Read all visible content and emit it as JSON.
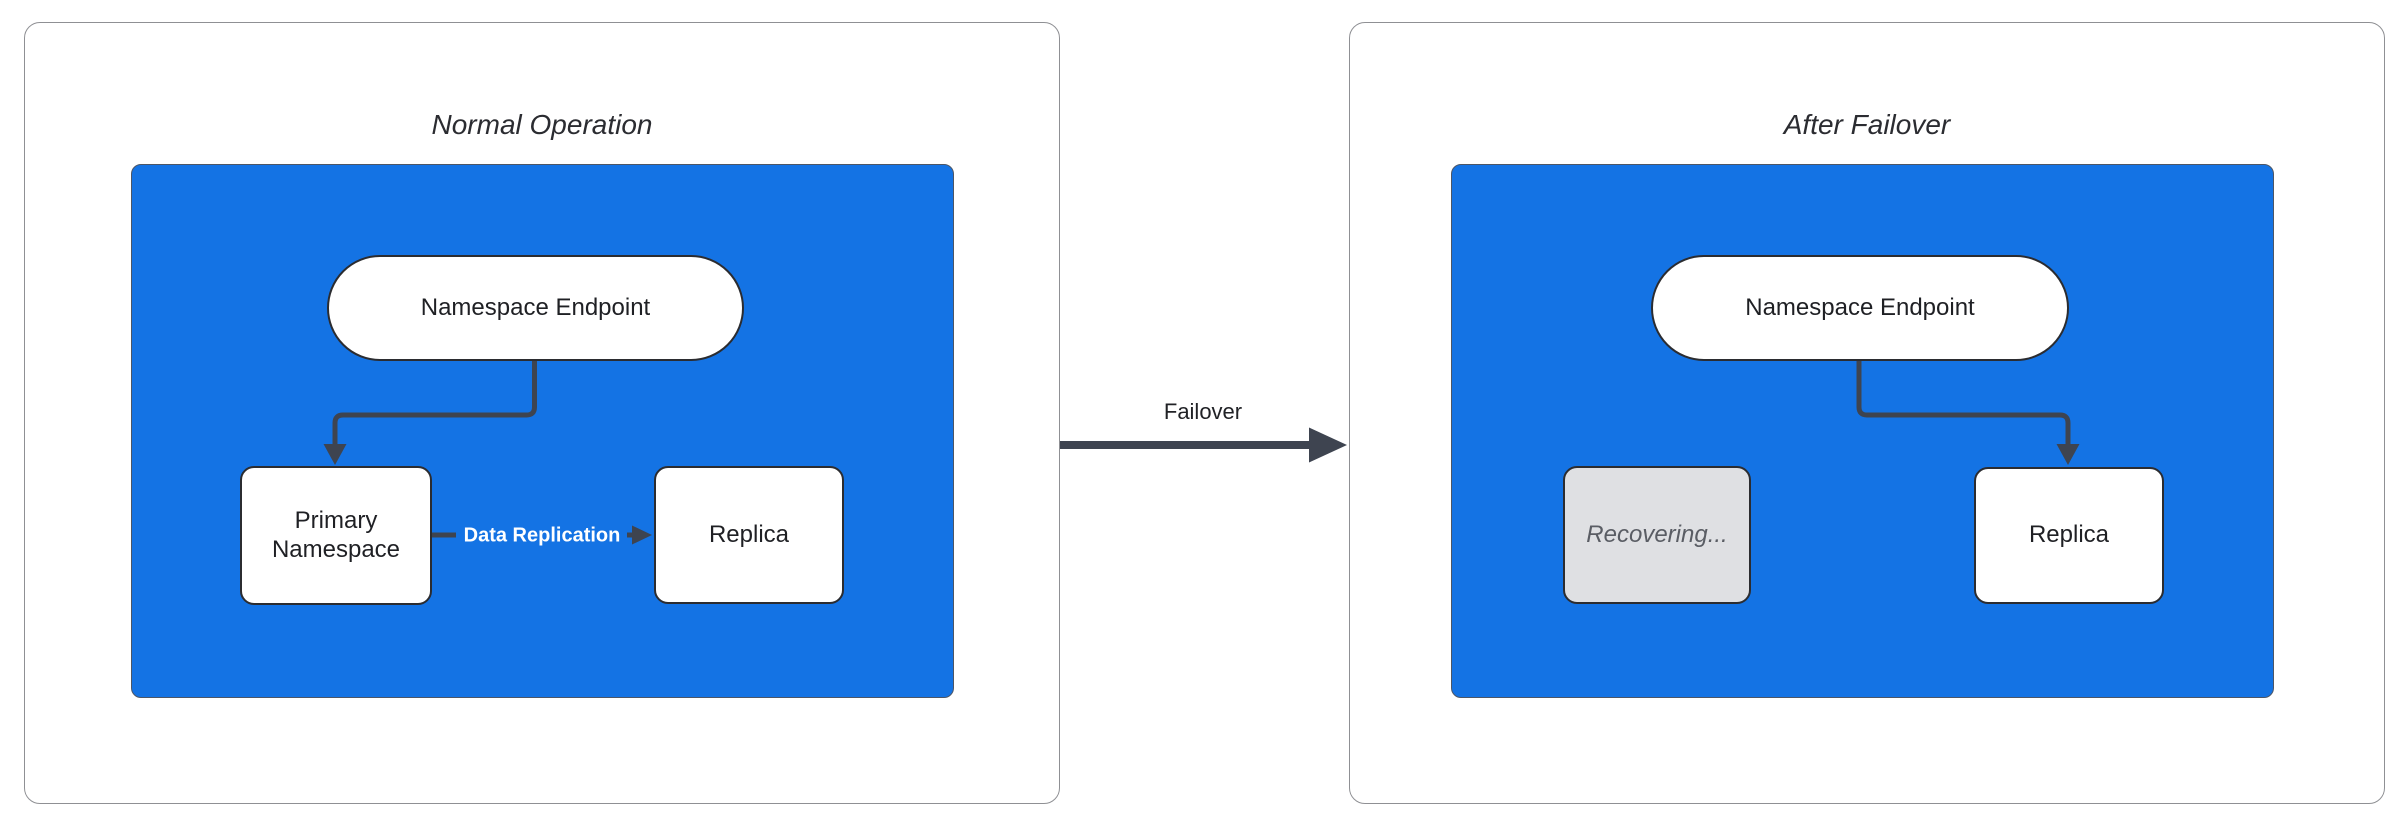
{
  "left_panel": {
    "title": "Normal Operation",
    "endpoint_label": "Namespace Endpoint",
    "primary_label": "Primary Namespace",
    "replica_label": "Replica",
    "replication_label": "Data Replication"
  },
  "transition": {
    "label": "Failover"
  },
  "right_panel": {
    "title": "After Failover",
    "endpoint_label": "Namespace Endpoint",
    "recovering_label": "Recovering...",
    "replica_label": "Replica"
  },
  "colors": {
    "cluster_blue": "#1473E4",
    "connector_dark": "#3E4450",
    "node_border": "#2B2C30",
    "node_fill": "#FFFFFF",
    "recovering_fill": "#DFE0E3",
    "recovering_text": "#5A5D64",
    "panel_border": "#8F9094",
    "title_text": "#2B2C31",
    "replication_label_text": "#FFFFFF"
  }
}
